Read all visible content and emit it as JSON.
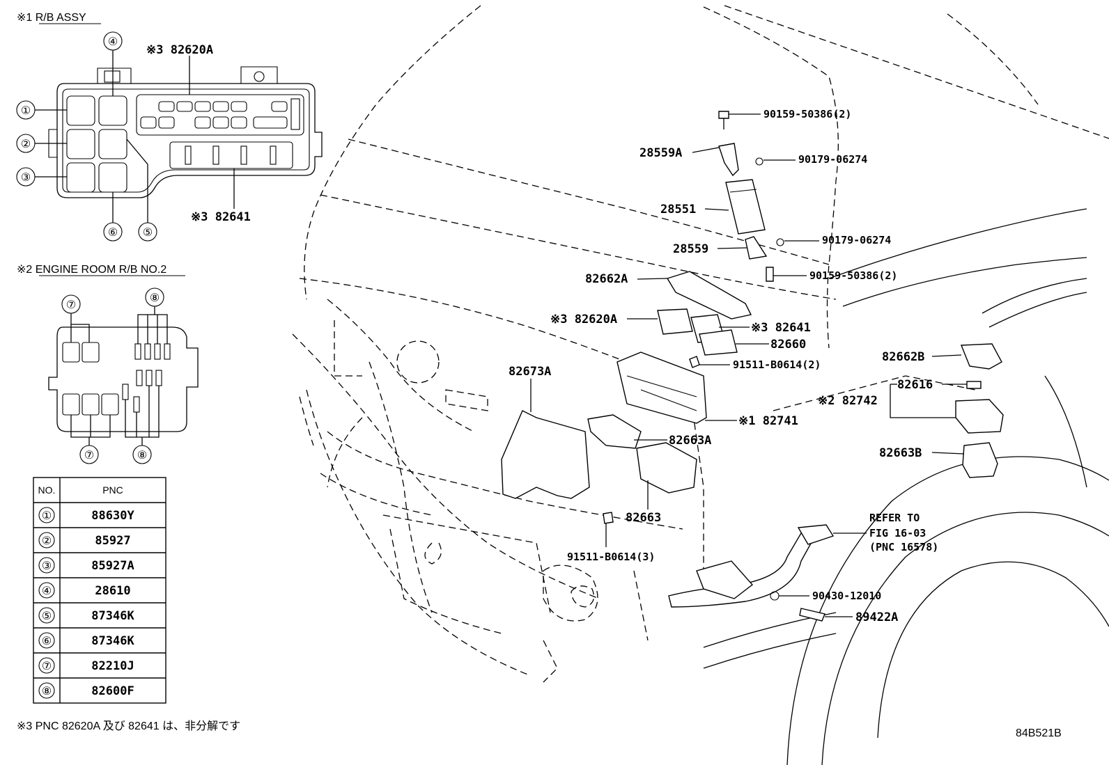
{
  "panel1": {
    "header": "※1 R/B ASSY",
    "callouts": [
      "①",
      "②",
      "③",
      "④",
      "⑤",
      "⑥"
    ],
    "label_82620A": "※3 82620A",
    "label_82641": "※3 82641"
  },
  "panel2": {
    "header": "※2 ENGINE ROOM R/B NO.2",
    "callouts": [
      "⑦",
      "⑧",
      "⑦",
      "⑧"
    ]
  },
  "pnc_table": {
    "headers": [
      "NO.",
      "PNC"
    ],
    "rows": [
      {
        "no": "①",
        "pnc": "88630Y"
      },
      {
        "no": "②",
        "pnc": "85927"
      },
      {
        "no": "③",
        "pnc": "85927A"
      },
      {
        "no": "④",
        "pnc": "28610"
      },
      {
        "no": "⑤",
        "pnc": "87346K"
      },
      {
        "no": "⑥",
        "pnc": "87346K"
      },
      {
        "no": "⑦",
        "pnc": "82210J"
      },
      {
        "no": "⑧",
        "pnc": "82600F"
      }
    ]
  },
  "parts": [
    "90159-50386(2)",
    "28559A",
    "90179-06274",
    "28551",
    "28559",
    "90179-06274",
    "90159-50386(2)",
    "82662A",
    "※3 82620A",
    "※3 82641",
    "82660",
    "91511-B0614(2)",
    "82673A",
    "82662B",
    "82616",
    "※2 82742",
    "※1 82741",
    "82663A",
    "82663B",
    "82663",
    "91511-B0614(3)",
    "REFER TO",
    "FIG 16-03",
    "(PNC 16578)",
    "90430-12010",
    "89422A"
  ],
  "footnote": "※3 PNC 82620A 及び 82641 は、非分解です",
  "diagram_code": "84B521B"
}
